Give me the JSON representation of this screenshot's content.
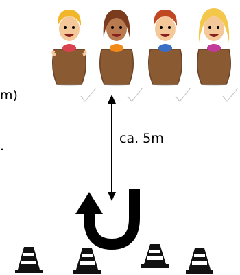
{
  "labels": {
    "distance": "ca. 5m",
    "cut_text_1": "m)",
    "cut_text_2": "."
  },
  "children": [
    {
      "hair": "#f2b62a",
      "shirt": "#d9434f"
    },
    {
      "hair": "#7a3b1e",
      "shirt": "#f08a18"
    },
    {
      "hair": "#c0471f",
      "shirt": "#3a6fc4"
    },
    {
      "hair": "#f3c84a",
      "shirt": "#c23a9a"
    }
  ],
  "colors": {
    "sack": "#8a5a32",
    "sack_dark": "#6b4224",
    "skin": "#f5c89a",
    "skin_dark": "#b87a4e",
    "cone": "#111111",
    "arrow": "#000000"
  },
  "icons": [
    "sack-race-children",
    "double-arrow-icon",
    "u-turn-arrow-icon",
    "traffic-cone-icon"
  ]
}
